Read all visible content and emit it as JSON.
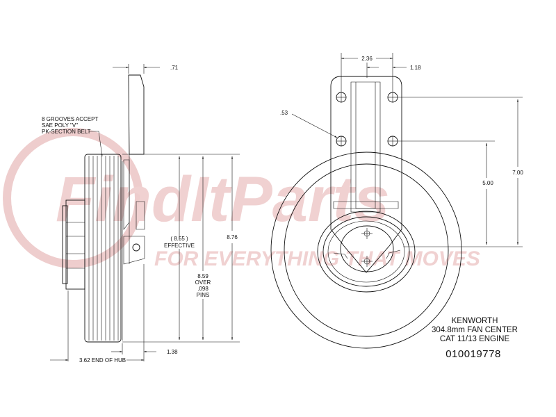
{
  "watermark": {
    "logo_text": "FindItParts",
    "tagline": "FOR EVERYTHING THAT MOVES",
    "color": "#e8bcbc"
  },
  "side_view": {
    "dim_top_width": ".71",
    "note_grooves": [
      "8 GROOVES ACCEPT",
      "SAE POLY \"V\"",
      "PK-SECTION BELT"
    ],
    "dim_effective": [
      "( 8.55 )",
      "EFFECTIVE"
    ],
    "dim_over_pins": [
      "8.59",
      "OVER",
      ".098",
      "PINS"
    ],
    "dim_outer": "8.76",
    "dim_hub_offset": "1.38",
    "dim_end_of_hub": "3.62  END OF HUB"
  },
  "front_view": {
    "dim_bracket_width": "2.36",
    "dim_bracket_offset": "1.18",
    "dim_hole": ".53",
    "dim_hole_spacing": "5.00",
    "dim_overall_height": "7.00"
  },
  "title_block": {
    "line1": "KENWORTH",
    "line2": "304.8mm FAN CENTER",
    "line3": "CAT 11/13 ENGINE",
    "part_number": "010019778"
  }
}
